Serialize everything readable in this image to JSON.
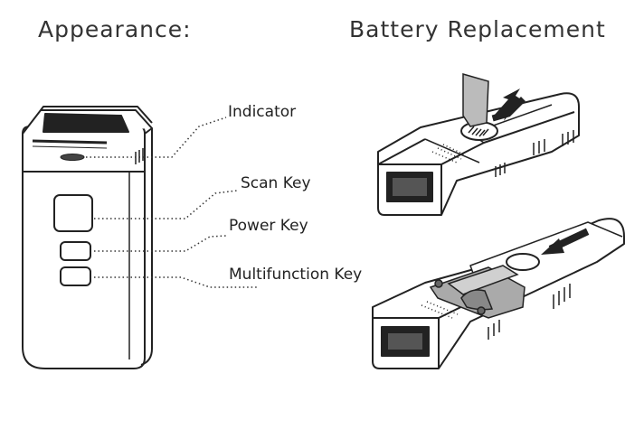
{
  "titles": {
    "appearance": "Appearance:",
    "battery": "Battery Replacement"
  },
  "labels": {
    "indicator": "Indicator",
    "scan_key": "Scan Key",
    "power_key": "Power Key",
    "multifunction_key": "Multifunction Key"
  }
}
